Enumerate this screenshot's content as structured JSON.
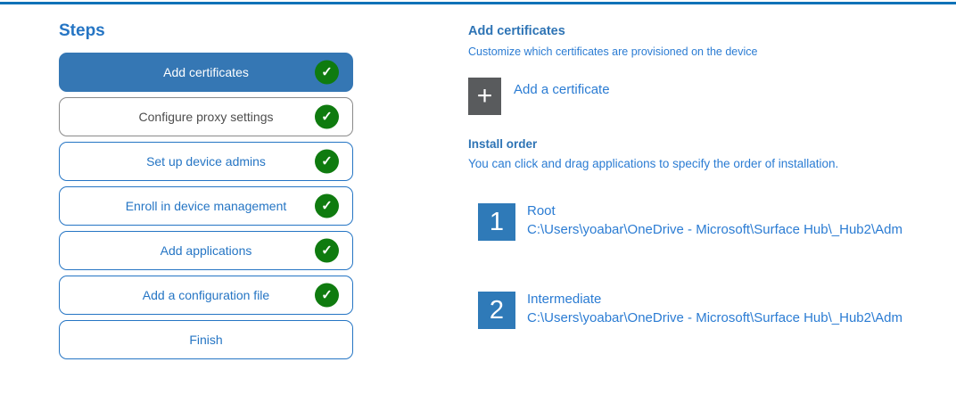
{
  "colors": {
    "accent_blue": "#3577B4",
    "outline_blue": "#2575C4",
    "heading_blue": "#2E74B5",
    "body_blue": "#2B7CD3",
    "success_green": "#0F7B0F",
    "neutral_gray_border": "#8A8A8A",
    "neutral_gray_text": "#4D4D4D",
    "add_button_gray": "#595B5D",
    "top_line_blue": "#0F72B8"
  },
  "icons": {
    "check_glyph": "✓",
    "plus_glyph": "+"
  },
  "sidebar": {
    "title": "Steps",
    "steps": [
      {
        "label": "Add certificates",
        "state": "active",
        "completed": true
      },
      {
        "label": "Configure proxy settings",
        "state": "neutral",
        "completed": true
      },
      {
        "label": "Set up device admins",
        "state": "outline",
        "completed": true
      },
      {
        "label": "Enroll in device management",
        "state": "outline",
        "completed": true
      },
      {
        "label": "Add applications",
        "state": "outline",
        "completed": true
      },
      {
        "label": "Add a configuration file",
        "state": "outline",
        "completed": true
      },
      {
        "label": "Finish",
        "state": "outline",
        "completed": false
      }
    ]
  },
  "main": {
    "title": "Add certificates",
    "subtitle": "Customize which certificates are provisioned on the device",
    "add_button": {
      "label": "Add a certificate"
    },
    "install_order": {
      "title": "Install order",
      "description": "You can click and drag applications to specify the order of installation.",
      "items": [
        {
          "number": "1",
          "name": "Root",
          "path": "C:\\Users\\yoabar\\OneDrive - Microsoft\\Surface Hub\\_Hub2\\Adm"
        },
        {
          "number": "2",
          "name": "Intermediate",
          "path": "C:\\Users\\yoabar\\OneDrive - Microsoft\\Surface Hub\\_Hub2\\Adm"
        }
      ]
    }
  }
}
